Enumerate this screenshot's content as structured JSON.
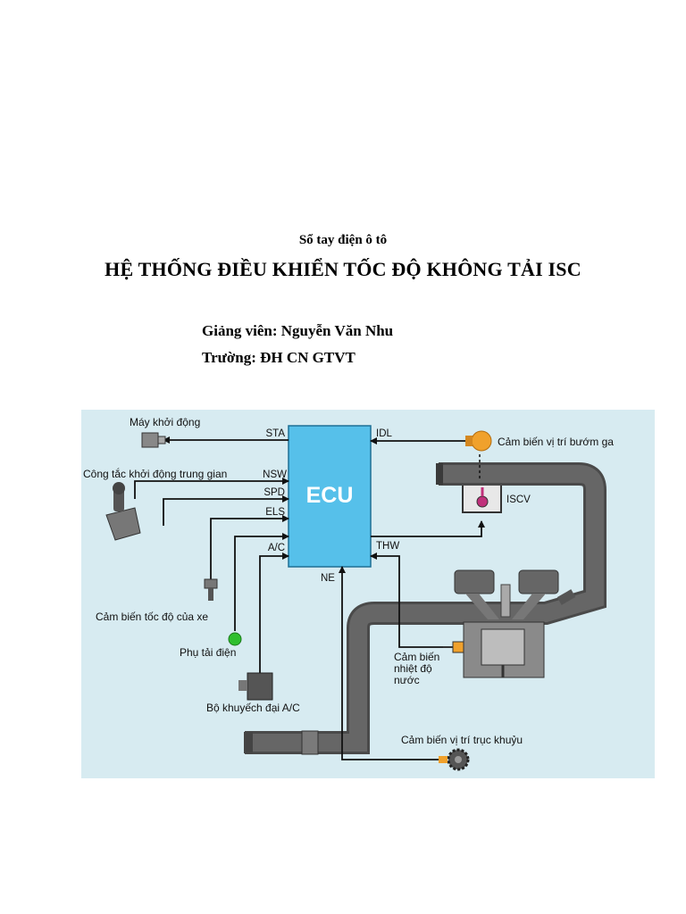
{
  "document": {
    "header": "Sổ tay điện ô tô",
    "title": "HỆ THỐNG ĐIỀU KHIỂN TỐC ĐỘ KHÔNG TẢI ISC",
    "lecturer": "Giảng viên: Nguyễn Văn Nhu",
    "school": "Trường: ĐH CN GTVT"
  },
  "diagram": {
    "ecu_label": "ECU",
    "signals": {
      "sta": "STA",
      "nsw": "NSW",
      "spd": "SPD",
      "els": "ELS",
      "ac": "A/C",
      "idl": "IDL",
      "thw": "THW",
      "ne": "NE",
      "iscv": "ISCV"
    },
    "components": {
      "starter": "Máy khởi động",
      "neutral_switch": "Công tắc khởi động trung gian",
      "speed_sensor": "Cảm biến tốc độ của xe",
      "electrical_load": "Phụ tải điện",
      "ac_amplifier": "Bộ khuyếch đại A/C",
      "throttle_sensor": "Cảm biến vị trí bướm ga",
      "coolant_sensor_line1": "Cảm biến",
      "coolant_sensor_line2": "nhiệt độ",
      "coolant_sensor_line3": "nước",
      "crank_sensor": "Cảm biến vị trí trục khuỷu"
    },
    "colors": {
      "background": "#d7ebf1",
      "ecu_fill": "#56c0ea",
      "pipe": "#5a5a5a",
      "throttle_sensor": "#f0a12c",
      "electrical_load": "#2fbf2f"
    }
  }
}
